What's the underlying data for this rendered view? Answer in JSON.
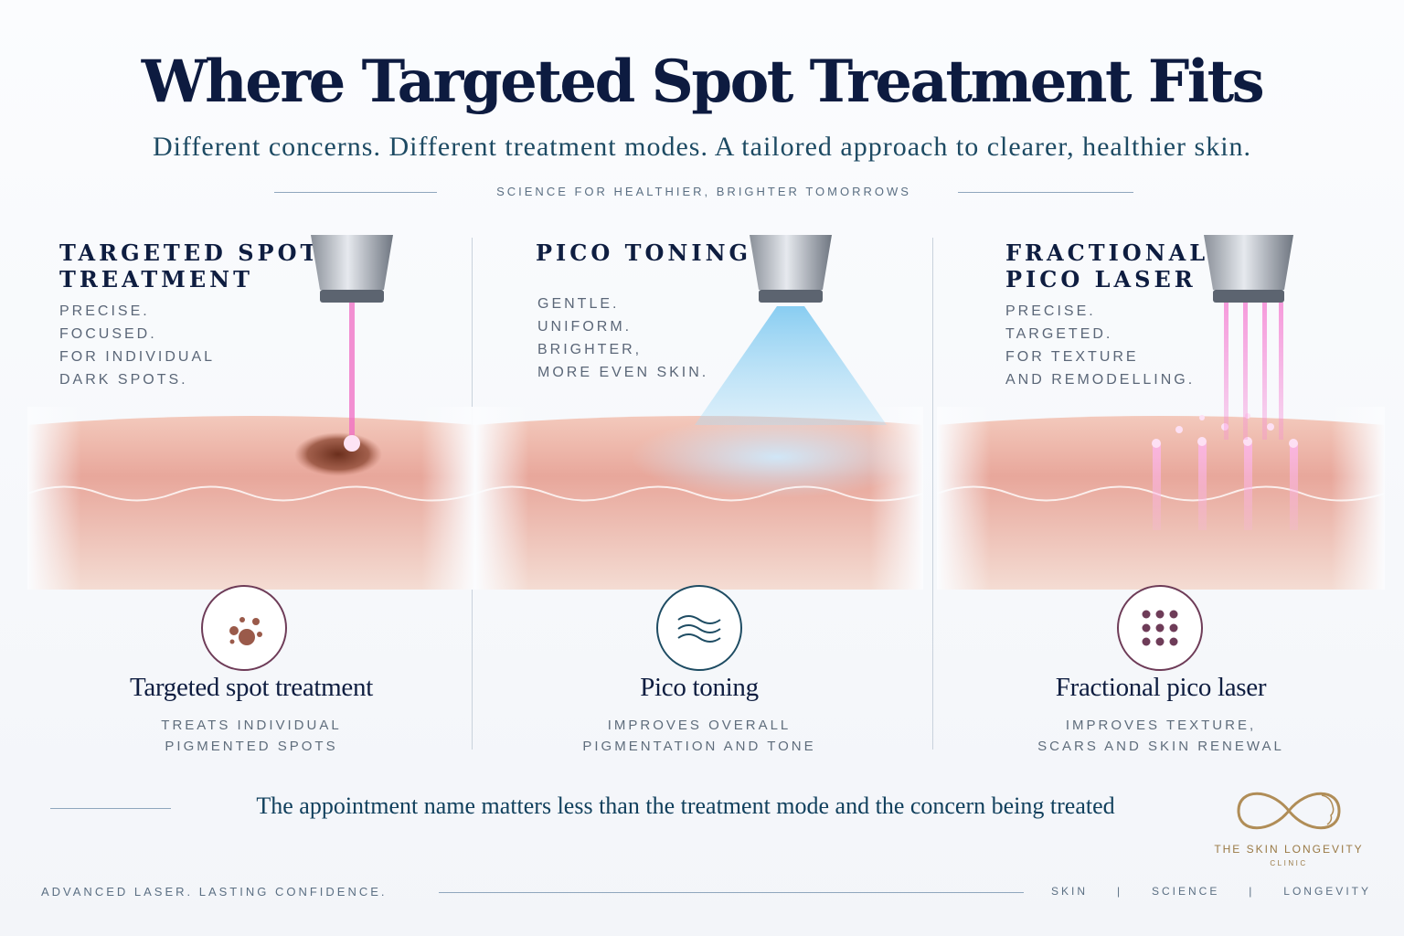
{
  "header": {
    "title": "Where Targeted Spot Treatment Fits",
    "subtitle": "Different concerns. Different treatment modes. A tailored approach to clearer, healthier skin.",
    "tagline": "SCIENCE FOR HEALTHIER, BRIGHTER TOMORROWS"
  },
  "panels": [
    {
      "title": "TARGETED SPOT\nTREATMENT",
      "desc": [
        "PRECISE.",
        "FOCUSED.",
        "FOR INDIVIDUAL",
        "DARK SPOTS."
      ],
      "icon": "pigment-dots-icon",
      "label": "Targeted spot treatment",
      "note": [
        "TREATS INDIVIDUAL",
        "PIGMENTED SPOTS"
      ],
      "beam_color": "#f06bc4"
    },
    {
      "title": "PICO TONING",
      "desc": [
        "GENTLE.",
        "UNIFORM.",
        "BRIGHTER,",
        "MORE EVEN SKIN."
      ],
      "icon": "waves-icon",
      "label": "Pico toning",
      "note": [
        "IMPROVES OVERALL",
        "PIGMENTATION AND TONE"
      ],
      "beam_color": "#7cc8f0"
    },
    {
      "title": "FRACTIONAL\nPICO LASER",
      "desc": [
        "PRECISE.",
        "TARGETED.",
        "FOR TEXTURE",
        "AND REMODELLING."
      ],
      "icon": "dot-grid-icon",
      "label": "Fractional pico laser",
      "note": [
        "IMPROVES TEXTURE,",
        "SCARS AND SKIN RENEWAL"
      ],
      "beam_color": "#f58ad6"
    }
  ],
  "footer": {
    "message": "The appointment name matters less than the treatment mode and the concern being treated",
    "left": "ADVANCED LASER. LASTING CONFIDENCE.",
    "right": [
      "SKIN",
      "|",
      "SCIENCE",
      "|",
      "LONGEVITY"
    ]
  },
  "logo": {
    "name": "THE SKIN LONGEVITY",
    "sub": "CLINIC",
    "color": "#b08d57"
  }
}
